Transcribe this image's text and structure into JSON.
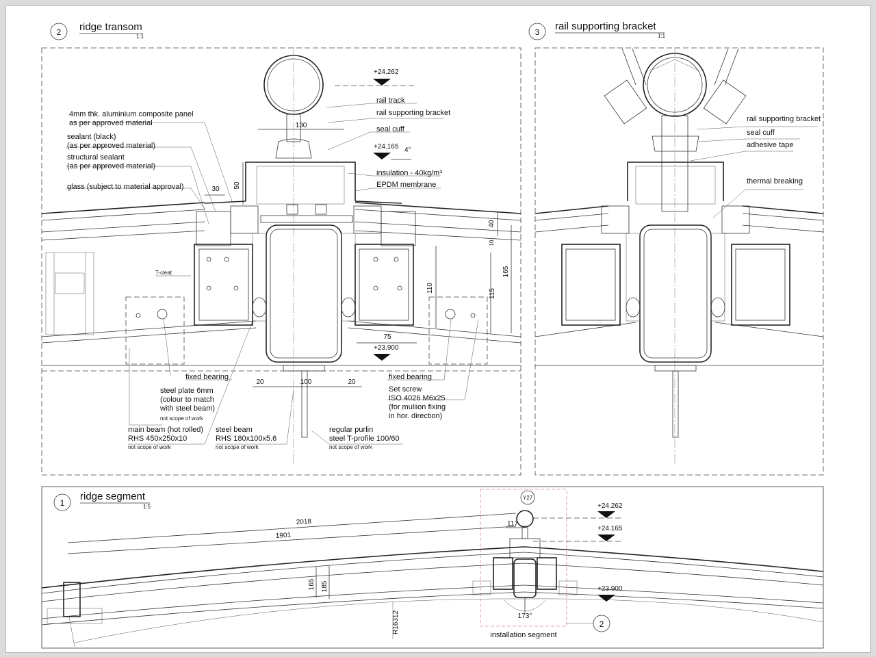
{
  "views": {
    "ridge_transom": {
      "number": "2",
      "title": "ridge transom",
      "scale": "1:1"
    },
    "rail_bracket": {
      "number": "3",
      "title": "rail supporting bracket",
      "scale": "1:1"
    },
    "ridge_segment": {
      "number": "1",
      "title": "ridge segment",
      "scale": "1:5"
    }
  },
  "levels": {
    "top": "+24.262",
    "mid": "+24.165",
    "bottom": "+23.900"
  },
  "labels_transom": {
    "rail_track": "rail track",
    "rail_bracket": "rail supporting bracket",
    "seal_cuff": "seal cuff",
    "insulation": "insulation - 40kg/m³",
    "epdm": "EPDM membrane",
    "acp_1": "4mm thk. aluminium composite panel",
    "acp_2": "as per approved material",
    "sealant_1": "sealant (black)",
    "sealant_2": "(as per approved material)",
    "structural_1": "structural sealant",
    "structural_2": "(as per approved material)",
    "glass": "glass (subject to material approval)",
    "tcleat": "T-cleat",
    "fixed_bearing_left": "fixed bearing",
    "fixed_bearing_right": "fixed bearing",
    "steel_plate_1": "steel plate 6mm",
    "steel_plate_2": "(colour to match",
    "steel_plate_3": "with steel beam)",
    "not_scope": "not scope of work",
    "main_beam_1": "main beam (hot rolled)",
    "main_beam_2": "RHS 450x250x10",
    "steel_beam_1": "steel beam",
    "steel_beam_2": "RHS 180x100x5.6",
    "purlin_1": "regular purlin",
    "purlin_2": "steel T-profile 100/60",
    "set_screw_1": "Set screw",
    "set_screw_2": "ISO 4026 M6x25",
    "set_screw_3": "(for muliion fixing",
    "set_screw_4": "in hor. direction)"
  },
  "dims_transom": {
    "d130": "130",
    "d4deg": "4°",
    "d50": "50",
    "d30": "30",
    "d40": "40",
    "d10": "10",
    "d165": "165",
    "d110": "110",
    "d115": "115",
    "d75": "75",
    "d20a": "20",
    "d100": "100",
    "d20b": "20"
  },
  "labels_bracket": {
    "rail_bracket": "rail supporting bracket",
    "seal_cuff": "seal cuff",
    "adhesive": "adhesive tape",
    "thermal": "thermal breaking"
  },
  "segment": {
    "d2018": "2018",
    "d1901": "1901",
    "d117": "117",
    "d165": "165",
    "d185": "185",
    "radius": "R16312",
    "angle": "173°",
    "grid": "Y27",
    "ref": "2",
    "install": "installation segment"
  }
}
